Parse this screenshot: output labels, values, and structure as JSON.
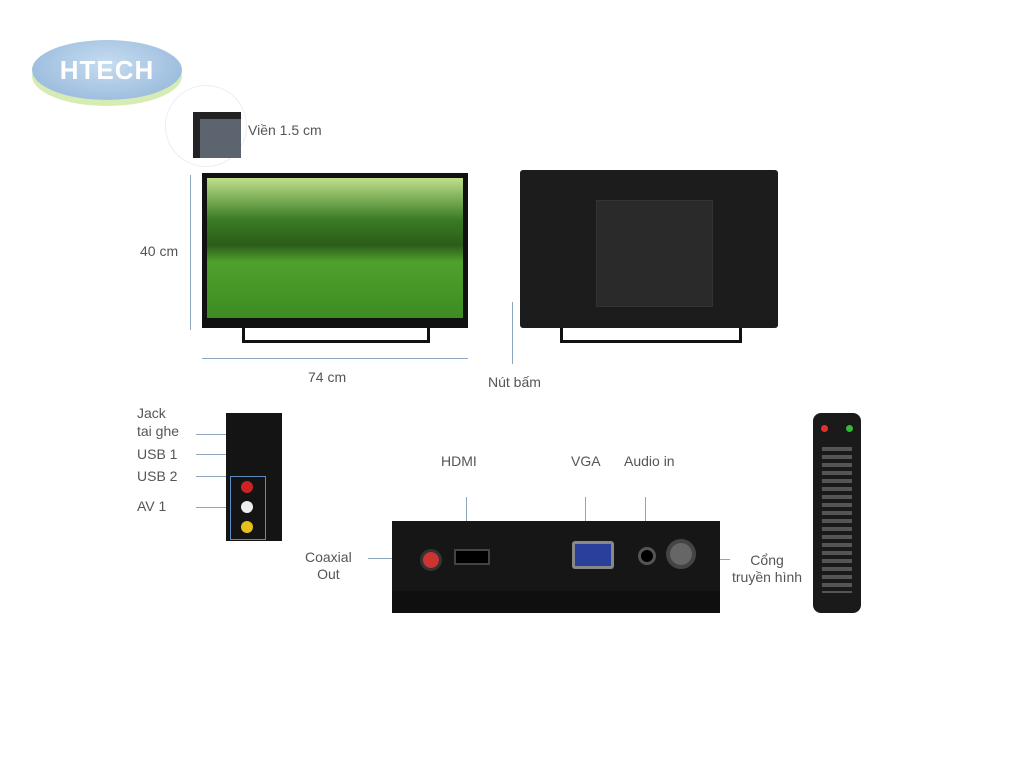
{
  "logo": "HTECH",
  "bezel_label": "Viền 1.5 cm",
  "height_label": "40 cm",
  "width_label": "74 cm",
  "button_label": "Nút bấm",
  "side_ports": {
    "jack_line1": "Jack",
    "jack_line2": "tai ghe",
    "usb1": "USB 1",
    "usb2": "USB 2",
    "av1": "AV 1"
  },
  "rear_ports": {
    "hdmi": "HDMI",
    "vga": "VGA",
    "audio_in": "Audio in",
    "coaxial_line1": "Coaxial",
    "coaxial_line2": "Out",
    "tv_line1": "Cổng",
    "tv_line2": "truyền hình"
  }
}
